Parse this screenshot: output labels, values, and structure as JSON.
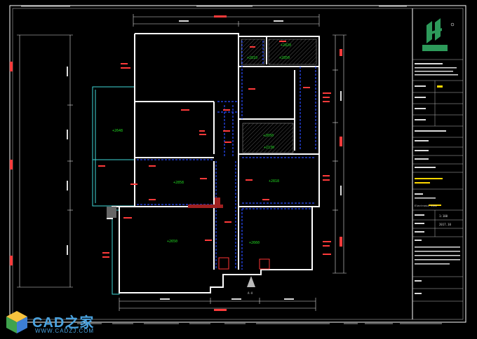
{
  "drawing": {
    "title_block": {
      "company_logo": "company-logo",
      "labels": [
        "Electronic View",
        "1:100",
        "2017.10"
      ]
    },
    "rooms": [
      {
        "id": "living",
        "label": "+2858"
      },
      {
        "id": "bedroom1",
        "label": "+2818"
      },
      {
        "id": "balcony",
        "label": "+2650"
      },
      {
        "id": "bedroom2",
        "label": "+2660"
      },
      {
        "id": "bath1",
        "label": "+2810"
      },
      {
        "id": "bath2",
        "label": "+2850"
      },
      {
        "id": "kitchen",
        "label": "+2650"
      },
      {
        "id": "study",
        "label": "+2648"
      },
      {
        "id": "storage",
        "label": "+2130"
      },
      {
        "id": "wash",
        "label": "+2820"
      }
    ],
    "section_mark": "A-A"
  },
  "watermark": {
    "main": "CAD之家",
    "url": "WWW.CADZJ.COM"
  },
  "colors": {
    "wall": "#ffffff",
    "dim": "#e8e8e8",
    "red": "#ff2a2a",
    "green": "#22dd22",
    "blue": "#2a4dff",
    "cyan": "#40e0e0",
    "frame": "#ffffff"
  }
}
